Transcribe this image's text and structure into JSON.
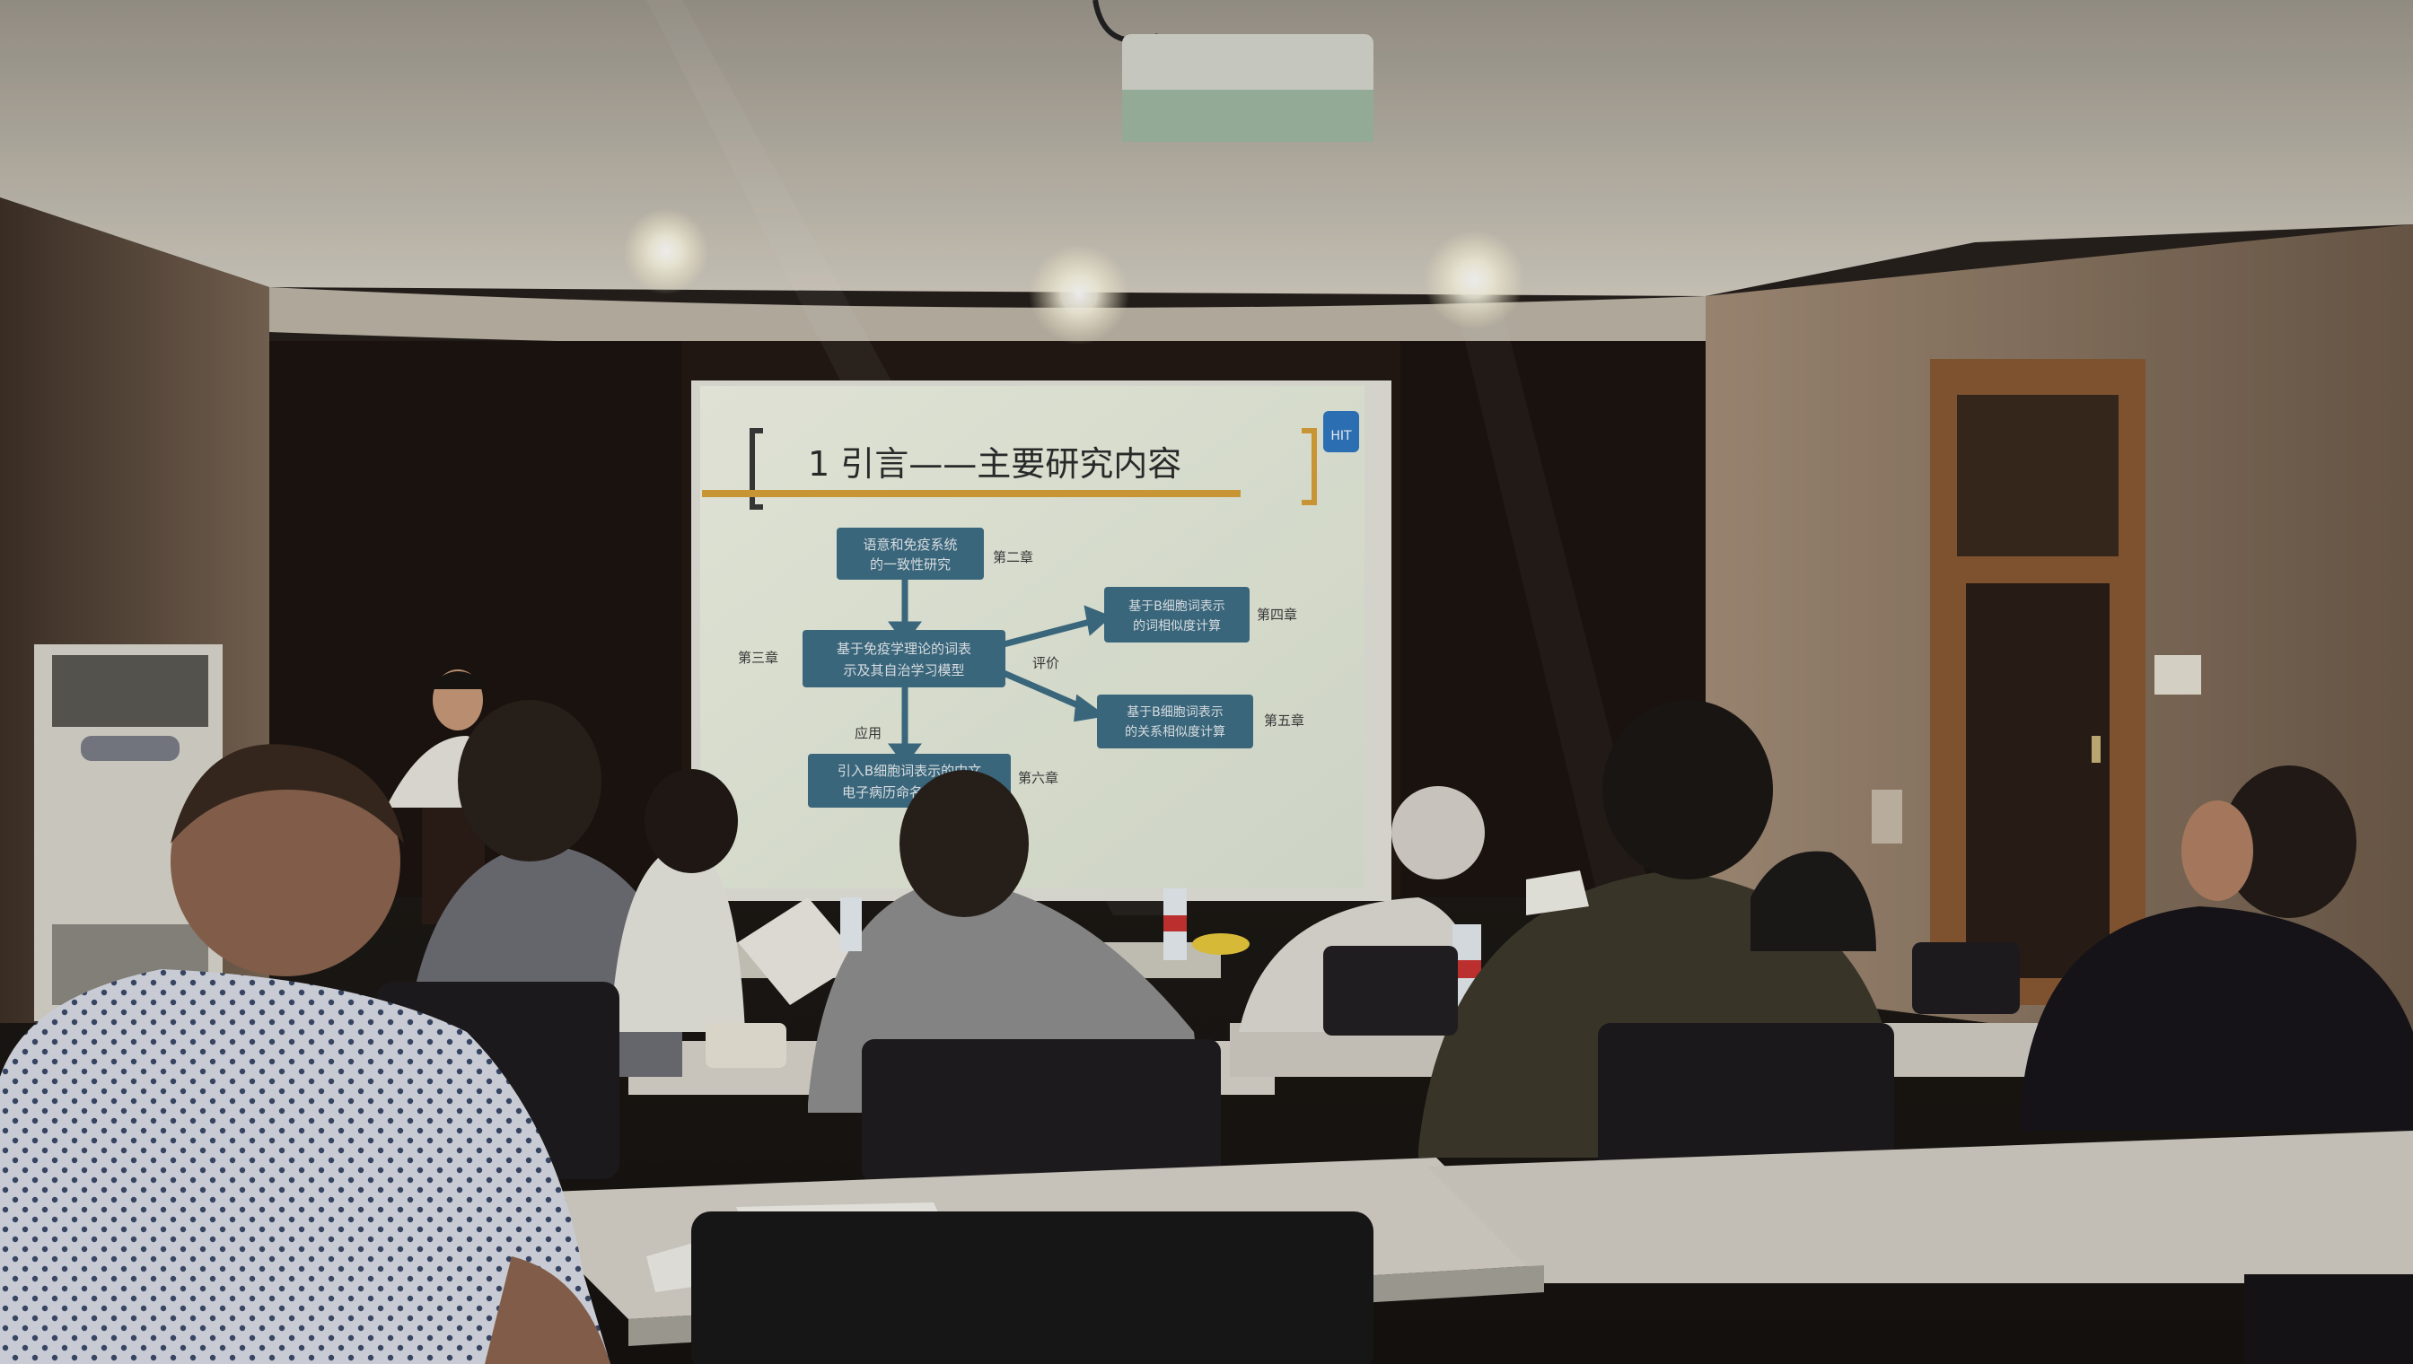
{
  "slide": {
    "title": "1 引言——主要研究内容",
    "boxes": {
      "top": [
        "语意和免疫系统",
        "的一致性研究"
      ],
      "middle": [
        "基于免疫学理论的词表",
        "示及其自治学习模型"
      ],
      "right_upper": [
        "基于B细胞词表示",
        "的词相似度计算"
      ],
      "right_lower": [
        "基于B细胞词表示",
        "的关系相似度计算"
      ],
      "bottom": [
        "引入B细胞词表示的中文",
        "电子病历命名实体识别"
      ]
    },
    "chapter_labels": {
      "ch2": "第二章",
      "ch3": "第三章",
      "ch4": "第四章",
      "ch5": "第五章",
      "ch6": "第六章"
    },
    "arrow_labels": {
      "evaluate": "评价",
      "apply": "应用"
    },
    "logo_text": "HIT"
  },
  "colors": {
    "screen_bg": "#eef2e2",
    "box_fill": "#3f6f86",
    "title_bracket": "#d9a23a",
    "room_dark": "#1a1714",
    "wall": "#a89480",
    "ceiling": "#c8c2b6"
  }
}
